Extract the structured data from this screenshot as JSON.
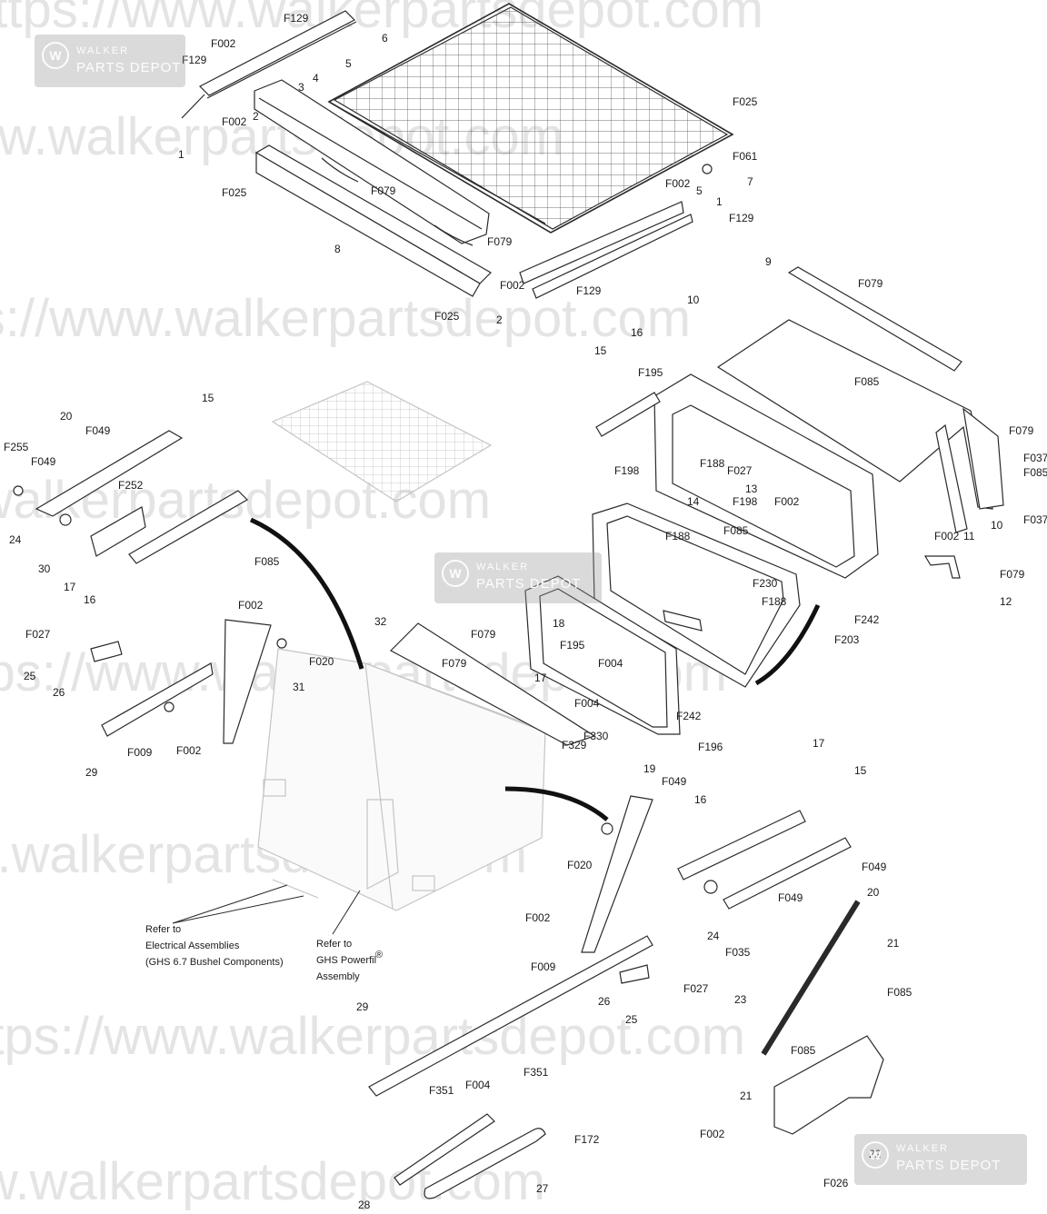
{
  "watermark": {
    "url_text": "https://www.walkerpartsdepot.com",
    "logo_line1": "WALKER",
    "logo_line2": "PARTS DEPOT",
    "logo_mark": "W"
  },
  "labels": {
    "L_F129a": "F129",
    "L_F002a": "F002",
    "L_F129b": "F129",
    "L_5a": "5",
    "L_6": "6",
    "L_3": "3",
    "L_4": "4",
    "L_2a": "2",
    "L_F002b": "F002",
    "L_1a": "1",
    "L_F025a": "F025",
    "L_F079a": "F079",
    "L_F025b": "F025",
    "L_F061": "F061",
    "L_7": "7",
    "L_F002c": "F002",
    "L_5b": "5",
    "L_1b": "1",
    "L_F129c": "F129",
    "L_8": "8",
    "L_F079b": "F079",
    "L_F002d": "F002",
    "L_F129d": "F129",
    "L_F025c": "F025",
    "L_2b": "2",
    "L_9": "9",
    "L_F079c": "F079",
    "L_10a": "10",
    "L_16a": "16",
    "L_15a": "15",
    "L_F195a": "F195",
    "L_F085a": "F085",
    "L_F079d": "F079",
    "L_F037a": "F037",
    "L_F085b": "F085",
    "L_F198a": "F198",
    "L_F188a": "F188",
    "L_F027a": "F027",
    "L_13": "13",
    "L_F198b": "F198",
    "L_F002e": "F002",
    "L_14": "14",
    "L_F085c": "F085",
    "L_F002f": "F002",
    "L_11": "11",
    "L_10b": "10",
    "L_F037b": "F037",
    "L_F188b": "F188",
    "L_F079e": "F079",
    "L_12": "12",
    "L_F230": "F230",
    "L_F188c": "F188",
    "L_F242a": "F242",
    "L_F203": "F203",
    "L_15b": "15",
    "L_20a": "20",
    "L_F049a": "F049",
    "L_F255": "F255",
    "L_F049b": "F049",
    "L_F252": "F252",
    "L_24a": "24",
    "L_30": "30",
    "L_17a": "17",
    "L_F085d": "F085",
    "L_16b": "16",
    "L_F002g": "F002",
    "L_F027b": "F027",
    "L_25a": "25",
    "L_26a": "26",
    "L_F020a": "F020",
    "L_31": "31",
    "L_F009a": "F009",
    "L_F002h": "F002",
    "L_29a": "29",
    "L_32": "32",
    "L_F079f": "F079",
    "L_F079g": "F079",
    "L_18": "18",
    "L_F195b": "F195",
    "L_F004a": "F004",
    "L_17b": "17",
    "L_F004b": "F004",
    "L_F329": "F329",
    "L_F330": "F330",
    "L_F242b": "F242",
    "L_F196": "F196",
    "L_19": "19",
    "L_F049c": "F049",
    "L_16c": "16",
    "L_17c": "17",
    "L_15c": "15",
    "L_F020b": "F020",
    "L_F049d": "F049",
    "L_20b": "20",
    "L_F049e": "F049",
    "L_21a": "21",
    "L_F002i": "F002",
    "L_F009b": "F009",
    "L_24b": "24",
    "L_F035": "F035",
    "L_26b": "26",
    "L_F027c": "F027",
    "L_25b": "25",
    "L_23": "23",
    "L_F085e": "F085",
    "L_29b": "29",
    "L_F351a": "F351",
    "L_F004c": "F004",
    "L_F351b": "F351",
    "L_F085f": "F085",
    "L_21b": "21",
    "L_F172": "F172",
    "L_F002j": "F002",
    "L_22": "22",
    "L_28": "28",
    "L_27": "27",
    "L_F026": "F026"
  },
  "notes": {
    "elec_1": "Refer to",
    "elec_2": "Electrical Assemblies",
    "elec_3": "(GHS 6.7 Bushel Components)",
    "ghs_1": "Refer to",
    "ghs_2": "GHS Powerfil",
    "ghs_sup": "®",
    "ghs_3": "Assembly"
  },
  "colors": {
    "line": "#2a2a2a",
    "ghost": "#c8c8c8",
    "watermark": "#e6e6e6",
    "logo": "#a8a8a8"
  }
}
